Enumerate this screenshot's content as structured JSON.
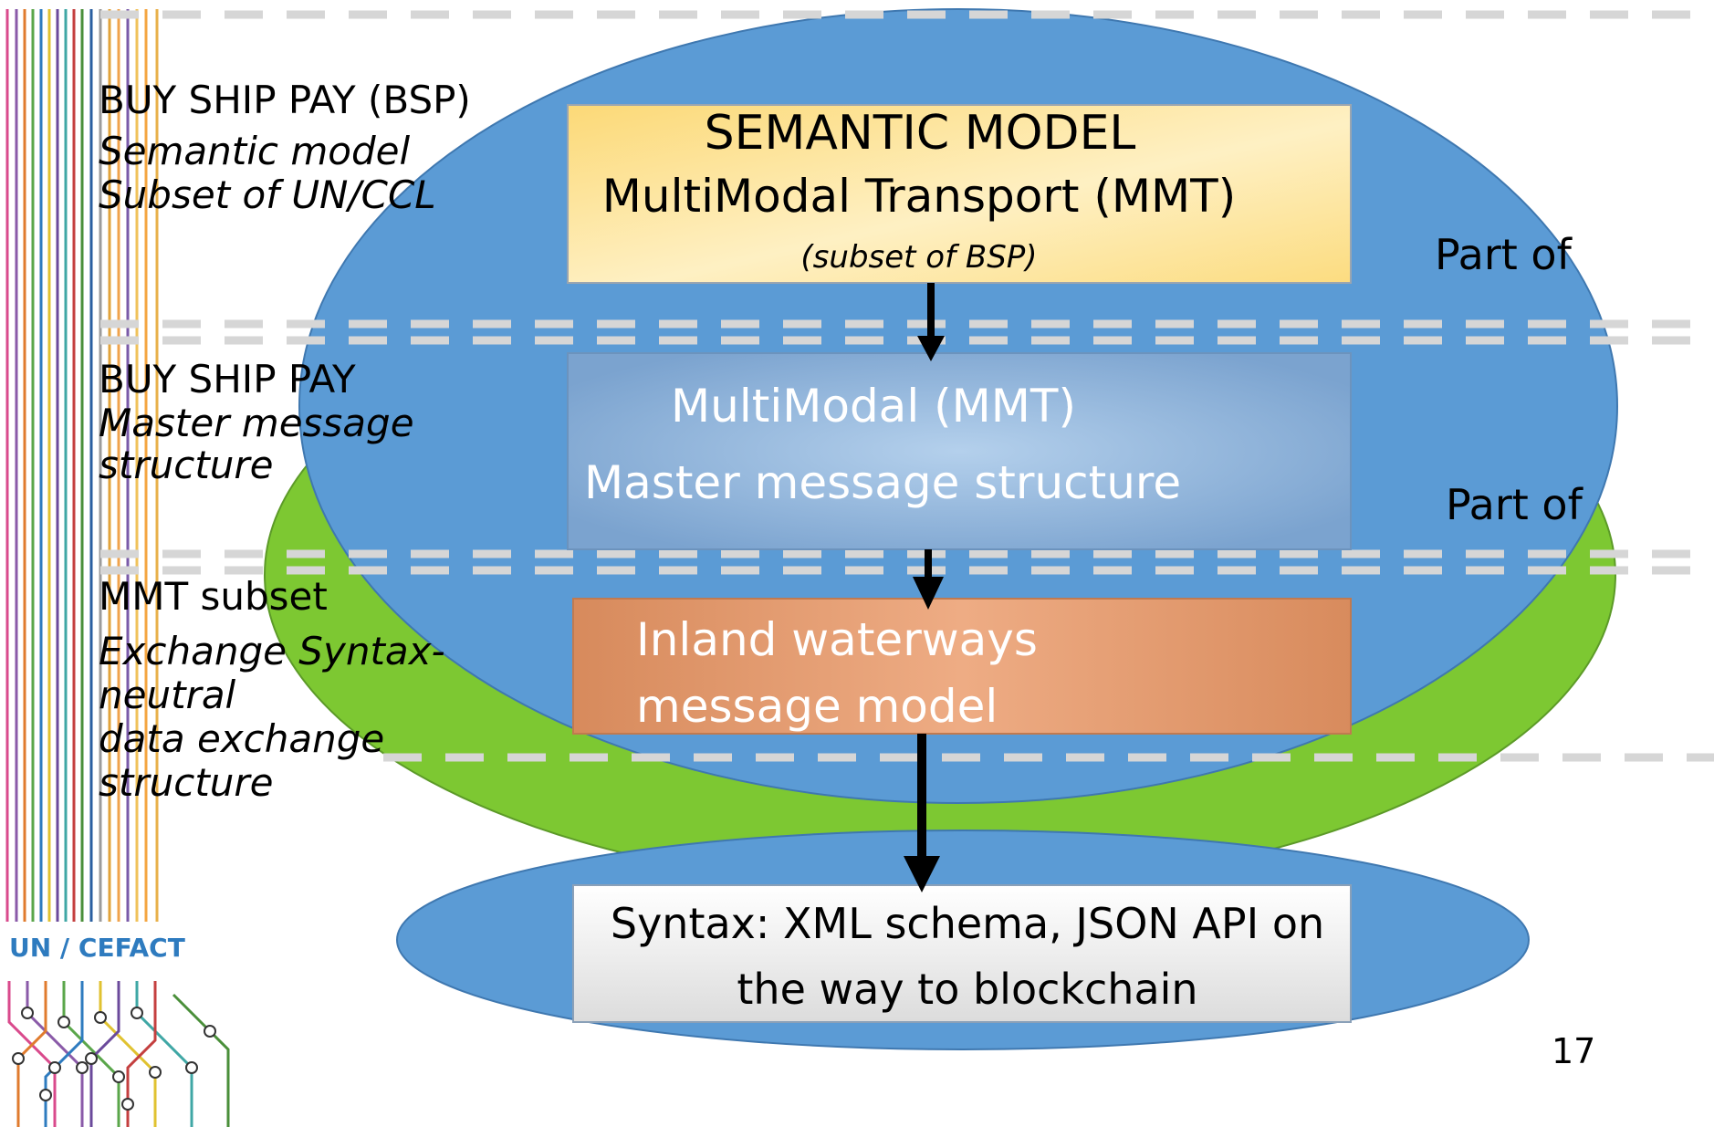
{
  "levels": [
    {
      "heading": "BUY SHIP PAY (BSP)",
      "lines": [
        "Semantic model",
        "Subset of UN/CCL"
      ]
    },
    {
      "heading": "BUY SHIP PAY",
      "lines": [
        "Master message",
        "structure"
      ]
    },
    {
      "heading": "MMT subset",
      "lines": [
        "Exchange Syntax-",
        "neutral",
        "data exchange",
        "structure"
      ]
    }
  ],
  "boxes": {
    "semantic": {
      "title": "SEMANTIC MODEL",
      "subtitle": "MultiModal Transport (MMT)",
      "note": "(subset of BSP)"
    },
    "master": {
      "title": "MultiModal (MMT)",
      "subtitle": "Master message structure"
    },
    "inland": {
      "line1": "Inland waterways",
      "line2": "message model"
    },
    "syntax": {
      "line1": "Syntax: XML schema, JSON API on",
      "line2": "the way to blockchain"
    }
  },
  "relations": {
    "top": "Part of",
    "middle": "Part of"
  },
  "logo": {
    "text": "UN / CEFACT"
  },
  "page_number": "17",
  "colors": {
    "blue_ellipse": "#5b9bd5",
    "green_ellipse": "#7dc832",
    "semantic_box": "#fde79a",
    "master_box": "#8fb6de",
    "inland_box": "#e39a6d",
    "syntax_box": "#f2f2f2",
    "logo_blue": "#2e7bbf"
  }
}
